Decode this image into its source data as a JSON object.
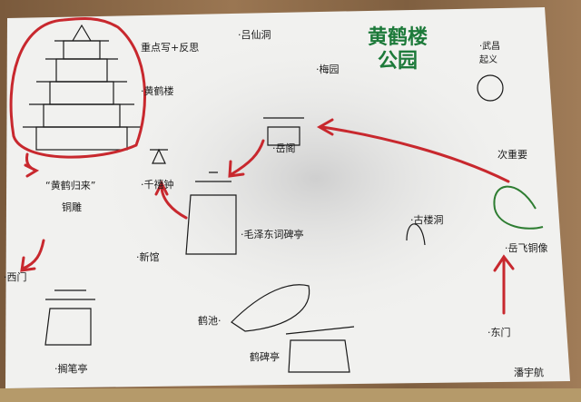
{
  "map": {
    "title_line1": "黄鹤楼",
    "title_line2": "公园",
    "colors": {
      "route": "#c8282e",
      "title": "#1d7a3a",
      "highlight_secondary": "#2e7d32",
      "ink": "#1a1a1a"
    },
    "labels": {
      "key_note": "重点写+反思",
      "secondary_note": "次重要",
      "lvxian": "·吕仙洞",
      "meiyuan": "·梅园",
      "huanghelou": "·黄鹤楼",
      "wuchang": "·武昌起义",
      "yuege": "·岳阁",
      "qianxizhong": "·千禧钟",
      "tongsculpture_1": "“黄鹤归来”",
      "tongsculpture_2": "铜雕",
      "maozedong": "·毛泽东词碑亭",
      "guanguan": "·新馆",
      "gulou": "·古楼洞",
      "yuefei": "·岳飞铜像",
      "ximen": "·西门",
      "dongmen": "·东门",
      "gebi": "·搁笔亭",
      "hechi": "鹤池·",
      "hebei": "鹤碑亭",
      "author": "潘宇航"
    }
  }
}
